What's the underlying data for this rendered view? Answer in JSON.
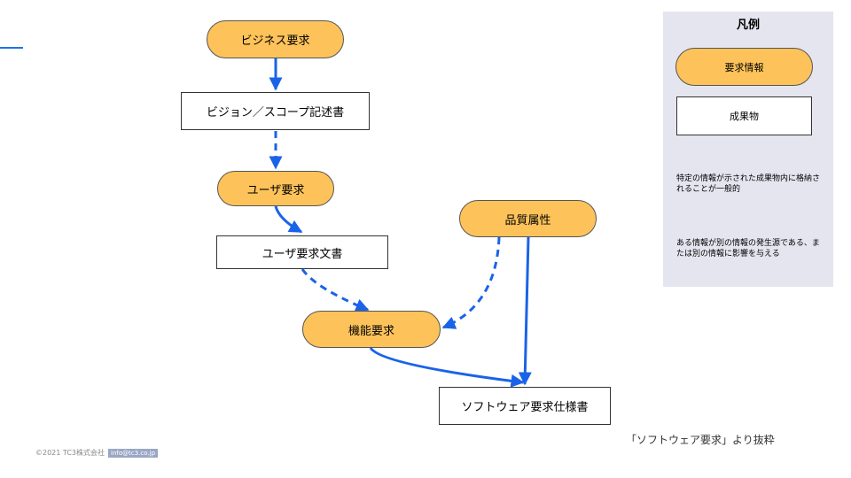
{
  "nodes": {
    "business_req": "ビジネス要求",
    "vision_scope": "ビジョン／スコープ記述書",
    "user_req": "ユーザ要求",
    "user_req_doc": "ユーザ要求文書",
    "quality_attr": "品質属性",
    "functional_req": "機能要求",
    "srs": "ソフトウェア要求仕様書"
  },
  "legend": {
    "title": "凡例",
    "pill_label": "要求情報",
    "box_label": "成果物",
    "solid_desc": "特定の情報が示された成果物内に格納されることが一般的",
    "dashed_desc": "ある情報が別の情報の発生源である、または別の情報に影響を与える"
  },
  "source_note": "「ソフトウェア要求」より抜粋",
  "footer": {
    "copyright": "©2021 TC3株式会社",
    "email": "info@tc3.co.jp"
  },
  "colors": {
    "pill_fill": "#fdc35a",
    "arrow": "#1a63e8",
    "legend_bg": "#e5e5ef"
  }
}
